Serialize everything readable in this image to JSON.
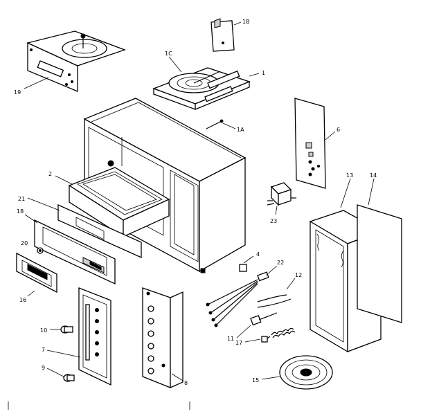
{
  "callouts": {
    "c1": "1",
    "c1a": "1A",
    "c1b": "1B",
    "c1c": "1C",
    "c2": "2",
    "c4": "4",
    "c6": "6",
    "c7": "7",
    "c8": "8",
    "c9": "9",
    "c10": "10",
    "c11": "11",
    "c12": "12",
    "c13": "13",
    "c14": "14",
    "c15": "15",
    "c16": "16",
    "c17": "17",
    "c18": "18",
    "c19": "19",
    "c20": "20",
    "c21": "21",
    "c22": "22",
    "c23": "23"
  }
}
